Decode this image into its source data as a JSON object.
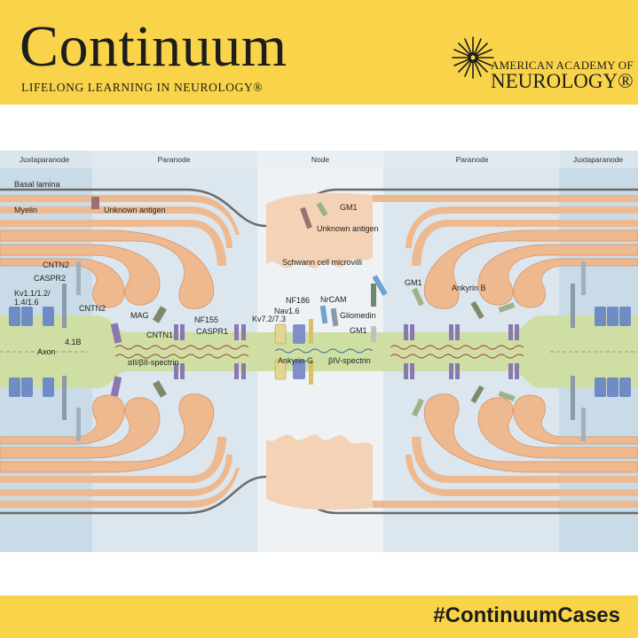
{
  "header": {
    "journal_title": "Continuum",
    "tagline": "LIFELONG LEARNING IN NEUROLOGY®",
    "publisher_top": "AMERICAN ACADEMY OF",
    "publisher_bottom": "NEUROLOGY®",
    "publisher_logo_icon": "starburst-icon"
  },
  "diagram": {
    "zones": {
      "juxtaparanode_left": "Juxtaparanode",
      "paranode_left": "Paranode",
      "node": "Node",
      "paranode_right": "Paranode",
      "juxtaparanode_right": "Juxtaparanode"
    },
    "labels": {
      "basal_lamina": "Basal lamina",
      "myelin": "Myelin",
      "unknown_antigen_top": "Unknown antigen",
      "gm1_top": "GM1",
      "unknown_antigen_node": "Unknown antigen",
      "schwann_microvilli": "Schwann cell microvilli",
      "cntn2_top": "CNTN2",
      "caspr2": "CASPR2",
      "kv_channels": "Kv1.1/1.2/",
      "kv_channels_2": "1.4/1.6",
      "cntn2_right": "CNTN2",
      "mag": "MAG",
      "nf155": "NF155",
      "cntn1": "CNTN1",
      "caspr1": "CASPR1",
      "nf186": "NF186",
      "nav16": "Nav1.6",
      "kv72": "Kv7.2/7.3",
      "nrcam": "NrCAM",
      "gliomedin": "Gliomedin",
      "gm1_node": "GM1",
      "gm1_right": "GM1",
      "ankyrin_b": "Ankyrin B",
      "protein_41b": "4.1B",
      "axon": "Axon",
      "spectrin_paranode": "αII/βII-spectrin",
      "ankyrin_g": "Ankyrin-G",
      "spectrin_node": "βIV-spectrin"
    },
    "colors": {
      "myelin": "#efb98f",
      "myelin_edge": "#d89266",
      "axon": "#cfdfa3",
      "juxtaparanode_bg": "#c9dbe7",
      "paranode_bg": "#dbe6ee",
      "node_bg": "#eef2f5",
      "sodium_channel": "#7f8fc8",
      "potassium_channel": "#6f8cc4",
      "caspr": "#8a78b0",
      "gm1": "#9fb08a"
    }
  },
  "footer": {
    "hashtag": "#ContinuumCases"
  }
}
